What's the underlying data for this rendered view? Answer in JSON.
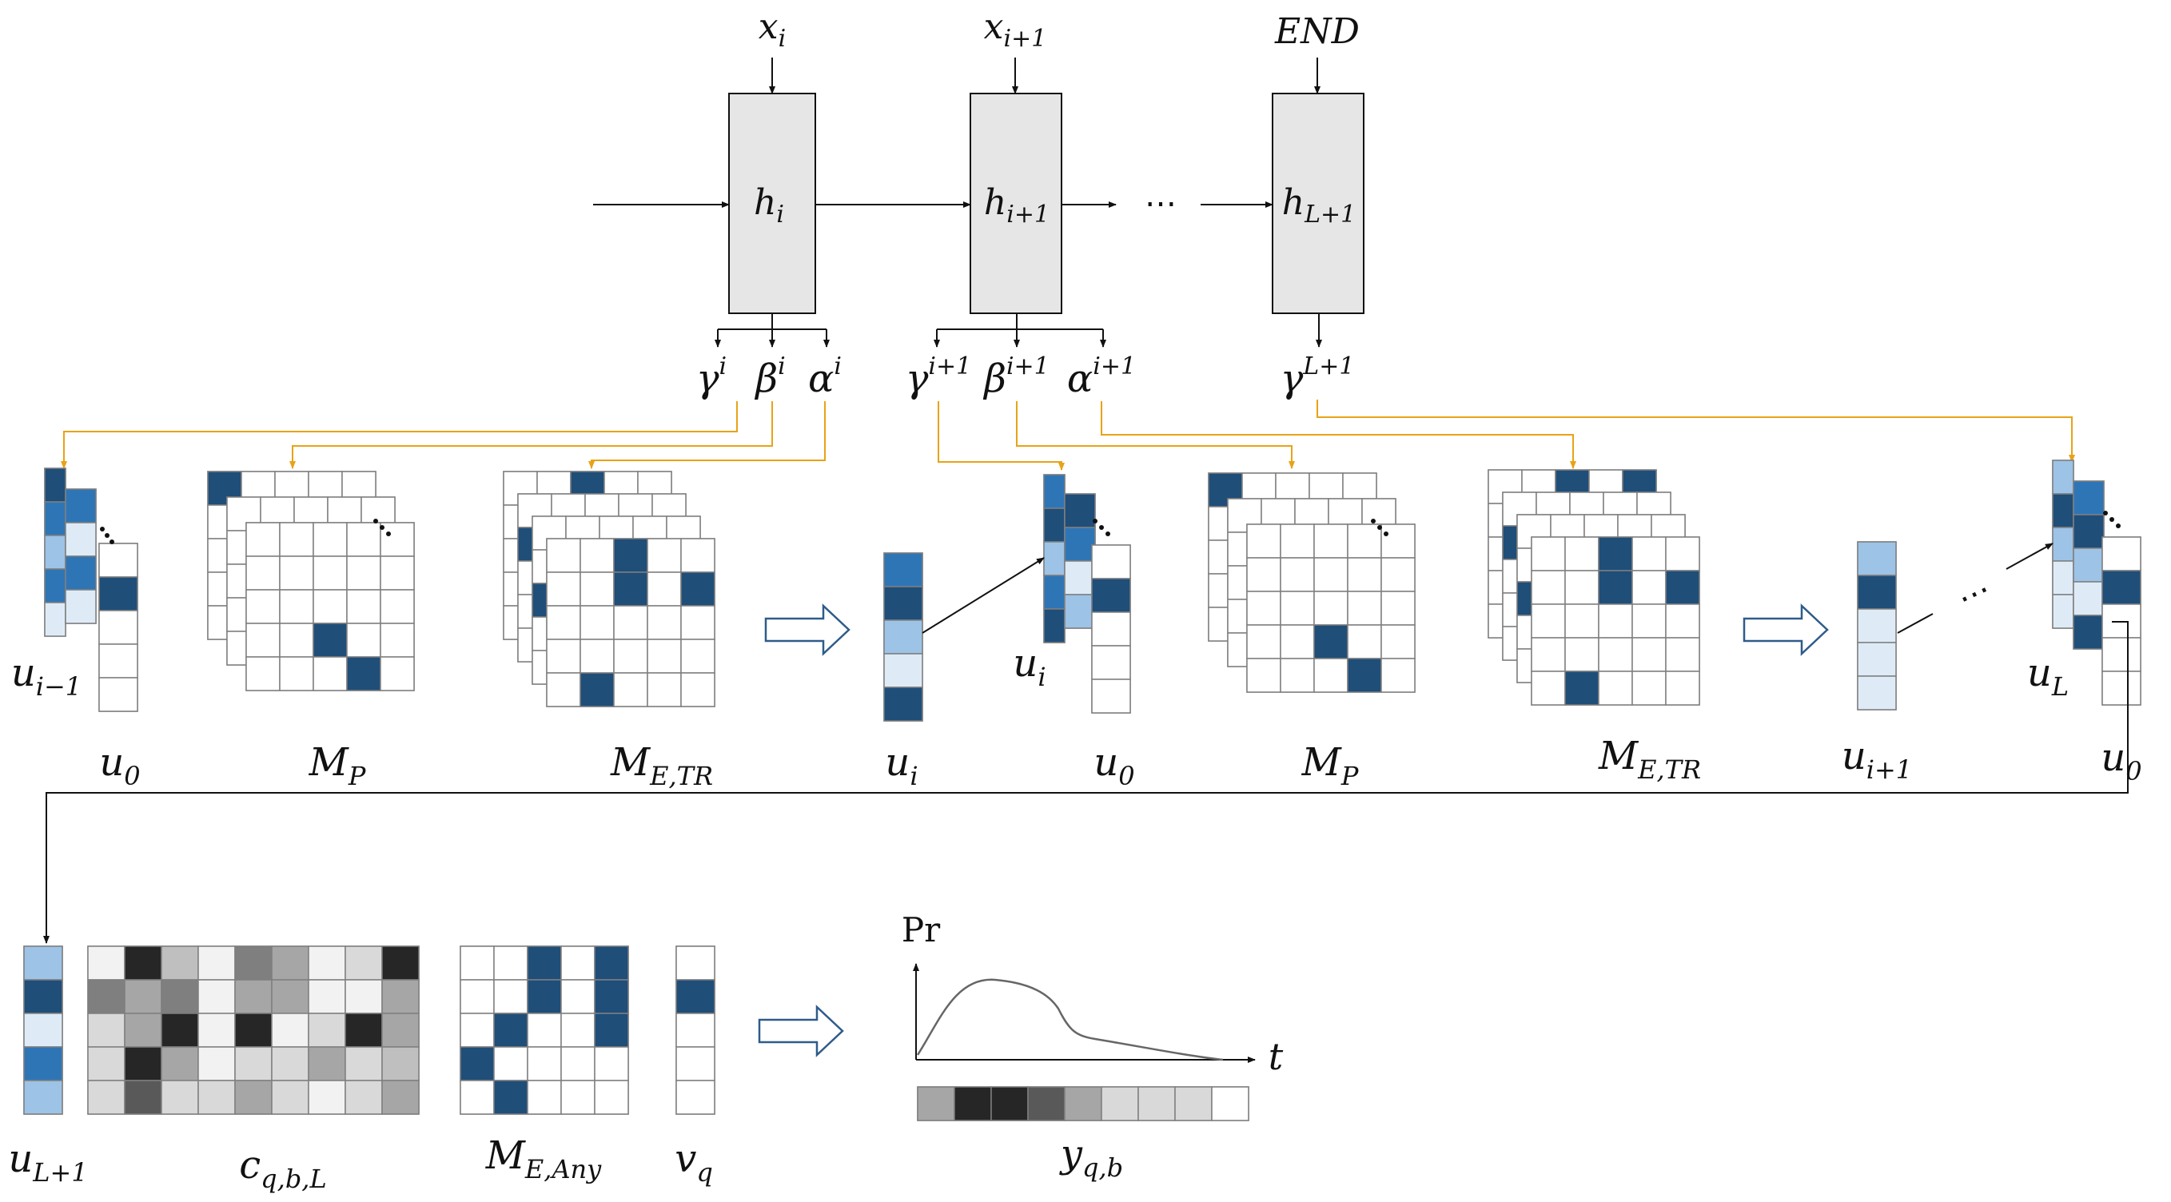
{
  "colors": {
    "dark_blue": "#1f4e79",
    "mid_blue": "#2e75b6",
    "light_blue": "#9dc3e6",
    "pale_blue": "#deebf7",
    "box_fill": "#e7e6e6",
    "orange": "#e8a317",
    "line": "#111111",
    "cell_border": "#7f7f7f"
  },
  "rnn": {
    "inputs": [
      "x",
      "x",
      "END"
    ],
    "input_subs": [
      "i",
      "i+1",
      ""
    ],
    "states": [
      "h",
      "h",
      "h"
    ],
    "state_subs": [
      "i",
      "i+1",
      "L+1"
    ],
    "ellipsis": "⋯"
  },
  "attn": {
    "gamma_i": "γ",
    "gamma_i_sup": "i",
    "beta_i": "β",
    "beta_i_sup": "i",
    "alpha_i": "α",
    "alpha_i_sup": "i",
    "gamma_i1": "γ",
    "gamma_i1_sup": "i+1",
    "beta_i1": "β",
    "beta_i1_sup": "i+1",
    "alpha_i1": "α",
    "alpha_i1_sup": "i+1",
    "gamma_L1": "γ",
    "gamma_L1_sup": "L+1"
  },
  "matrices": {
    "u": "u",
    "M": "M",
    "c": "c",
    "v": "v",
    "y": "y",
    "sub_im1": "i−1",
    "sub_0": "0",
    "sub_P": "P",
    "sub_ETR": "E,TR",
    "sub_i": "i",
    "sub_i1": "i+1",
    "sub_L": "L",
    "sub_L1": "L+1",
    "sub_qbL": "q,b,L",
    "sub_EAny": "E,Any",
    "sub_q": "q",
    "sub_qb": "q,b"
  },
  "plot": {
    "ylabel": "Pr",
    "xlabel": "t"
  },
  "ellipses": {
    "dots": "⋯"
  }
}
